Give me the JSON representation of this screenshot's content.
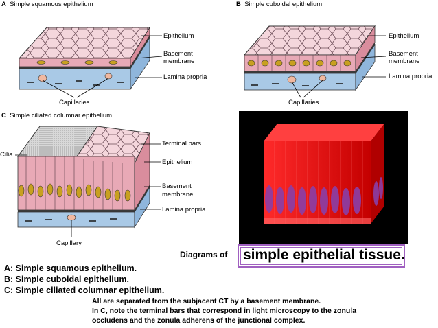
{
  "panels": {
    "a": {
      "letter": "A",
      "title": "Simple squamous epithelium",
      "labels": [
        "Epithelium",
        "Basement",
        "membrane",
        "Lamina propria",
        "Capillaries"
      ]
    },
    "b": {
      "letter": "B",
      "title": "Simple cuboidal epithelium",
      "labels": [
        "Epithelium",
        "Basement",
        "membrane",
        "Lamina propria",
        "Capillaries"
      ]
    },
    "c": {
      "letter": "C",
      "title": "Simple ciliated columnar epithelium",
      "labels": [
        "Cilia",
        "Terminal bars",
        "Epithelium",
        "Basement",
        "membrane",
        "Lamina propria",
        "Capillary"
      ]
    }
  },
  "caption": {
    "prefix": "Diagrams of",
    "highlight": "simple epithelial tissue."
  },
  "list": [
    "A: Simple squamous epithelium.",
    "B: Simple cuboidal epithelium.",
    "C: Simple ciliated columnar epithelium."
  ],
  "notes": [
    "All are separated from the subjacent CT by a basement membrane.",
    "In C, note the terminal bars that correspond in light microscopy to the zonula",
    "occludens and the zonula adherens of the junctional complex."
  ],
  "colors": {
    "epithelium_pink": "#f2c6cf",
    "basement_blue": "#8fb6dc",
    "render_red": "#ff1a1a",
    "nucleus_purple": "#8a3fa8",
    "frame_purple": "#a060c0"
  }
}
